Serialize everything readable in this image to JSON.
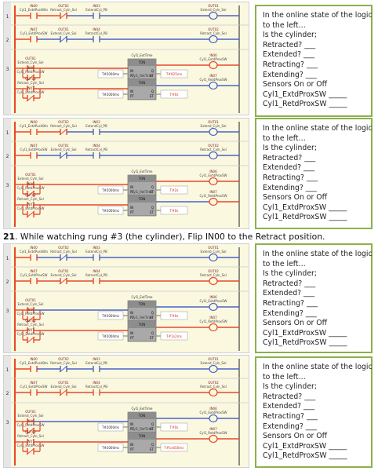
{
  "question_box": {
    "lines": [
      "In the online state of the logic",
      "to the left…",
      "Is the cylinder;",
      "Retracted? ___",
      "Extended? ___",
      "Retracting? ___",
      "Extending? ___",
      "Sensors On or Off",
      "Cyl1_ExtdProxSW _____",
      "Cyl1_RetdProxSW _____"
    ]
  },
  "instruction": {
    "number": "21",
    "text": ". While watching rung #3 (the cylinder), Flip IN00 to the Retract position."
  },
  "ladder": {
    "rung_numbers": [
      "1",
      "2",
      "3"
    ],
    "rung1": {
      "contacts": [
        {
          "tag": "IN00",
          "desc": "Cyl1_ExtdPushBtn"
        },
        {
          "tag": "OUT02",
          "desc": "Retract_Cyln_Sol"
        },
        {
          "tag": "IN03",
          "desc": "ExtendCyl_PB"
        }
      ],
      "coil": {
        "tag": "OUT01",
        "desc": "Extend_Cyln_Sol"
      }
    },
    "rung2": {
      "contacts": [
        {
          "tag": "IN07",
          "desc": "Cyl1_ExtdProxSW"
        },
        {
          "tag": "OUT01",
          "desc": "Extend_Cyln_Sol"
        },
        {
          "tag": "IN04",
          "desc": "RetractCyl_PB"
        }
      ],
      "coil": {
        "tag": "OUT02",
        "desc": "Retract_Cyln_Sol"
      }
    },
    "rung3": {
      "branch1": [
        {
          "tag": "OUT01",
          "desc": "Extend_Cyln_Sol"
        },
        {
          "tag": "IN06",
          "desc": "Cyl1_RetdProxSW"
        }
      ],
      "branch2": [
        {
          "tag": "OUT02",
          "desc": "Retract_Cyln_Sol"
        },
        {
          "tag": "IN07",
          "desc": "Cyl1_ExtdProxSW"
        }
      ],
      "timer1": {
        "title": "Cyl1_ExtTime",
        "type": "TON",
        "preset": "T#2000ms"
      },
      "timer2": {
        "title": "Cyl1_RetTime",
        "type": "TON",
        "preset": "T#2000ms"
      },
      "coil1": {
        "tag": "IN06",
        "desc": "Cyl1_ExtdProxSW"
      },
      "coil2": {
        "tag": "IN07",
        "desc": "Cyl1_RetdProxSW"
      },
      "pins": {
        "in": "IN",
        "q": "Q",
        "pt": "PT",
        "et": "ET"
      }
    },
    "elapsed_values": [
      {
        "t1": "T#925ms",
        "t2": "T#0s"
      },
      {
        "t1": "T#2s",
        "t2": "T#0s"
      },
      {
        "t1": "T#0s",
        "t2": "T#1s2ms"
      },
      {
        "t1": "T#0s",
        "t2": "T#1s650ms"
      }
    ]
  },
  "colors": {
    "energized": "#e8482a",
    "de_energized": "#4a63c8",
    "panel_bg": "#fbf8e0",
    "box_border": "#8bb14b",
    "timer_block": "#a9a9a9"
  }
}
